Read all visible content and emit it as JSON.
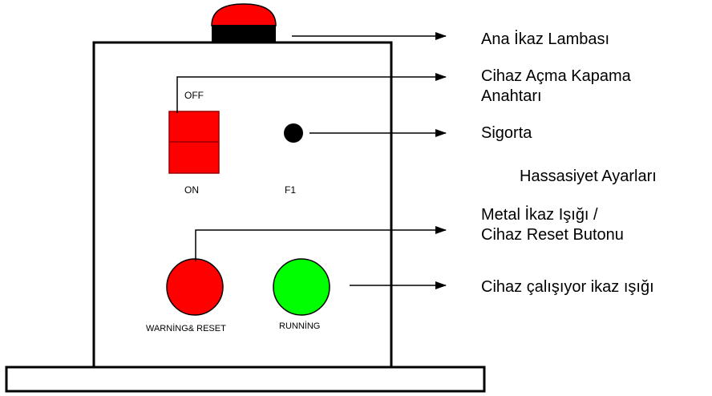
{
  "device": {
    "switch_off_label": "OFF",
    "switch_on_label": "ON",
    "fuse_label": "F1",
    "warning_reset_label": "WARNİNG& RESET",
    "running_label": "RUNNİNG"
  },
  "callouts": {
    "main_warning_lamp": "Ana İkaz Lambası",
    "power_switch_line1": "Cihaz Açma Kapama",
    "power_switch_line2": "Anahtarı",
    "fuse": "Sigorta",
    "sensitivity_settings": "Hassasiyet Ayarları",
    "metal_warning_line1": "Metal İkaz Işığı /",
    "metal_warning_line2": "Cihaz Reset Butonu",
    "running_light": "Cihaz çalışıyor ikaz ışığı"
  },
  "colors": {
    "red": "#ff0000",
    "green": "#00ff00",
    "black": "#000000"
  }
}
